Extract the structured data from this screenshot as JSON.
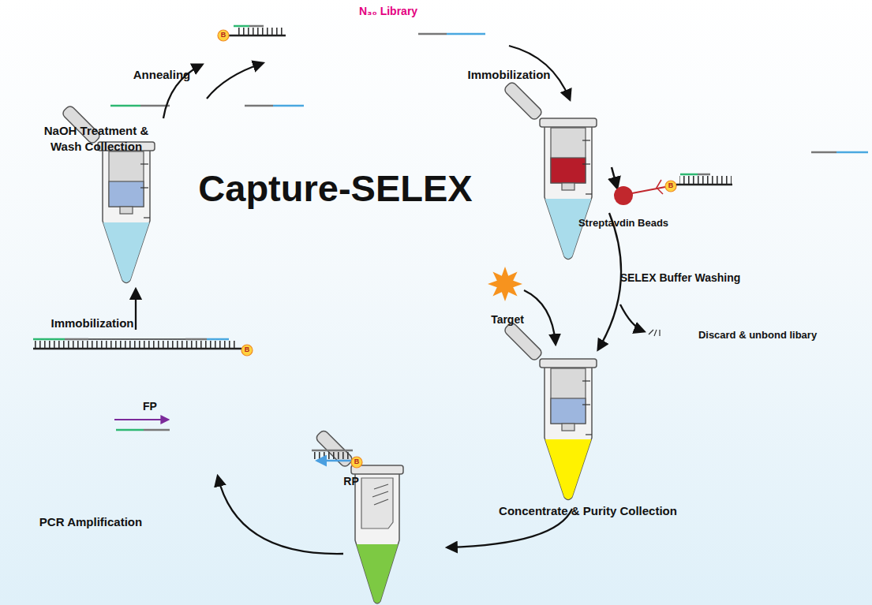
{
  "diagram": {
    "title": "Capture-SELEX",
    "labels": [
      "N₃₀ Library",
      "B",
      "Annealing",
      "Immobilization",
      "B",
      "Streptavdin Beads",
      "SELEX Buffer Washing",
      "Target",
      "Discard & unbond libary",
      "Concentrate & Purity Collection",
      "RP",
      "B",
      "PCR Amplification",
      "FP",
      "B",
      "Immobilization",
      "NaOH Treatment & Wash Collection"
    ]
  }
}
